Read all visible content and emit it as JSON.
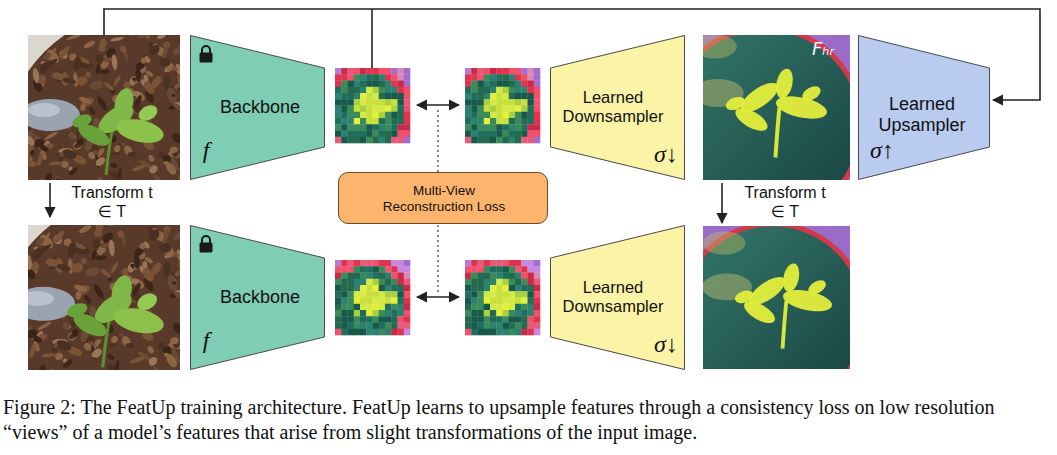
{
  "diagram": {
    "caption": "Figure 2: The FeatUp training architecture. FeatUp learns to upsample features through a consistency loss on low resolution “views” of a model’s features that arise from slight transformations of the input image.",
    "nodes": [
      {
        "text": [
          "Backbone",
          "f"
        ]
      },
      {
        "text": [
          "Learned Downsampler",
          "σ↓"
        ]
      },
      {
        "text": [
          "Fₕᵣ"
        ]
      },
      {
        "text": [
          "Learned Upsampler",
          "σ↑"
        ]
      },
      {
        "text": [
          "Multi-View Reconstruction Loss"
        ]
      },
      {
        "text": [
          "Backbone",
          "f"
        ]
      },
      {
        "text": [
          "Learned Downsampler",
          "σ↓"
        ]
      }
    ],
    "labels": [
      "Transform t ∈ T",
      "Transform t ∈ T"
    ]
  }
}
